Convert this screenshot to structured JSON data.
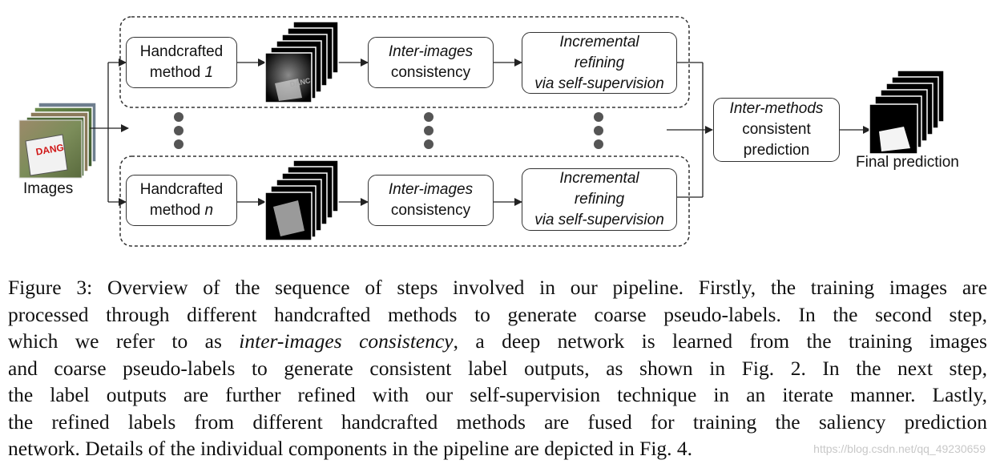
{
  "figure": {
    "images_label": "Images",
    "branch1": {
      "method_text": "Handcrafted",
      "method_line2_prefix": "method ",
      "method_index": "1",
      "consistency_line1": "Inter-images",
      "consistency_line2": "consistency",
      "refine_line1": "Incremental",
      "refine_line2": "refining",
      "refine_line3": "via self-supervision"
    },
    "branch2": {
      "method_text": "Handcrafted",
      "method_line2_prefix": "method ",
      "method_index": "n",
      "consistency_line1": "Inter-images",
      "consistency_line2": "consistency",
      "refine_line1": "Incremental",
      "refine_line2": "refining",
      "refine_line3": "via self-supervision"
    },
    "fusion_line1": "Inter-methods",
    "fusion_line2": "consistent",
    "fusion_line3": "prediction",
    "final_label": "Final prediction",
    "sign_text": "DANG",
    "sign_text_small": "DANC"
  },
  "caption": {
    "line1": "Figure 3: Overview of the sequence of steps involved in our pipeline. Firstly, the training images are",
    "line2": "processed through different handcrafted methods to generate coarse pseudo-labels. In the second step,",
    "line3_a": "which we refer to as ",
    "line3_em": "inter-images consistency",
    "line3_b": ", a deep network is learned from the training images",
    "line4": "and coarse pseudo-labels to generate consistent label outputs, as shown in Fig. 2. In the next step,",
    "line5": "the label outputs are further refined with our self-supervision technique in an iterate manner. Lastly,",
    "line6": "the refined labels from different handcrafted methods are fused for training the saliency prediction",
    "line7": "network. Details of the individual components in the pipeline are depicted in Fig. 4."
  },
  "watermark": "https://blog.csdn.net/qq_49230659",
  "colors": {
    "stroke": "#333333",
    "dot": "#555555",
    "text": "#111111"
  }
}
